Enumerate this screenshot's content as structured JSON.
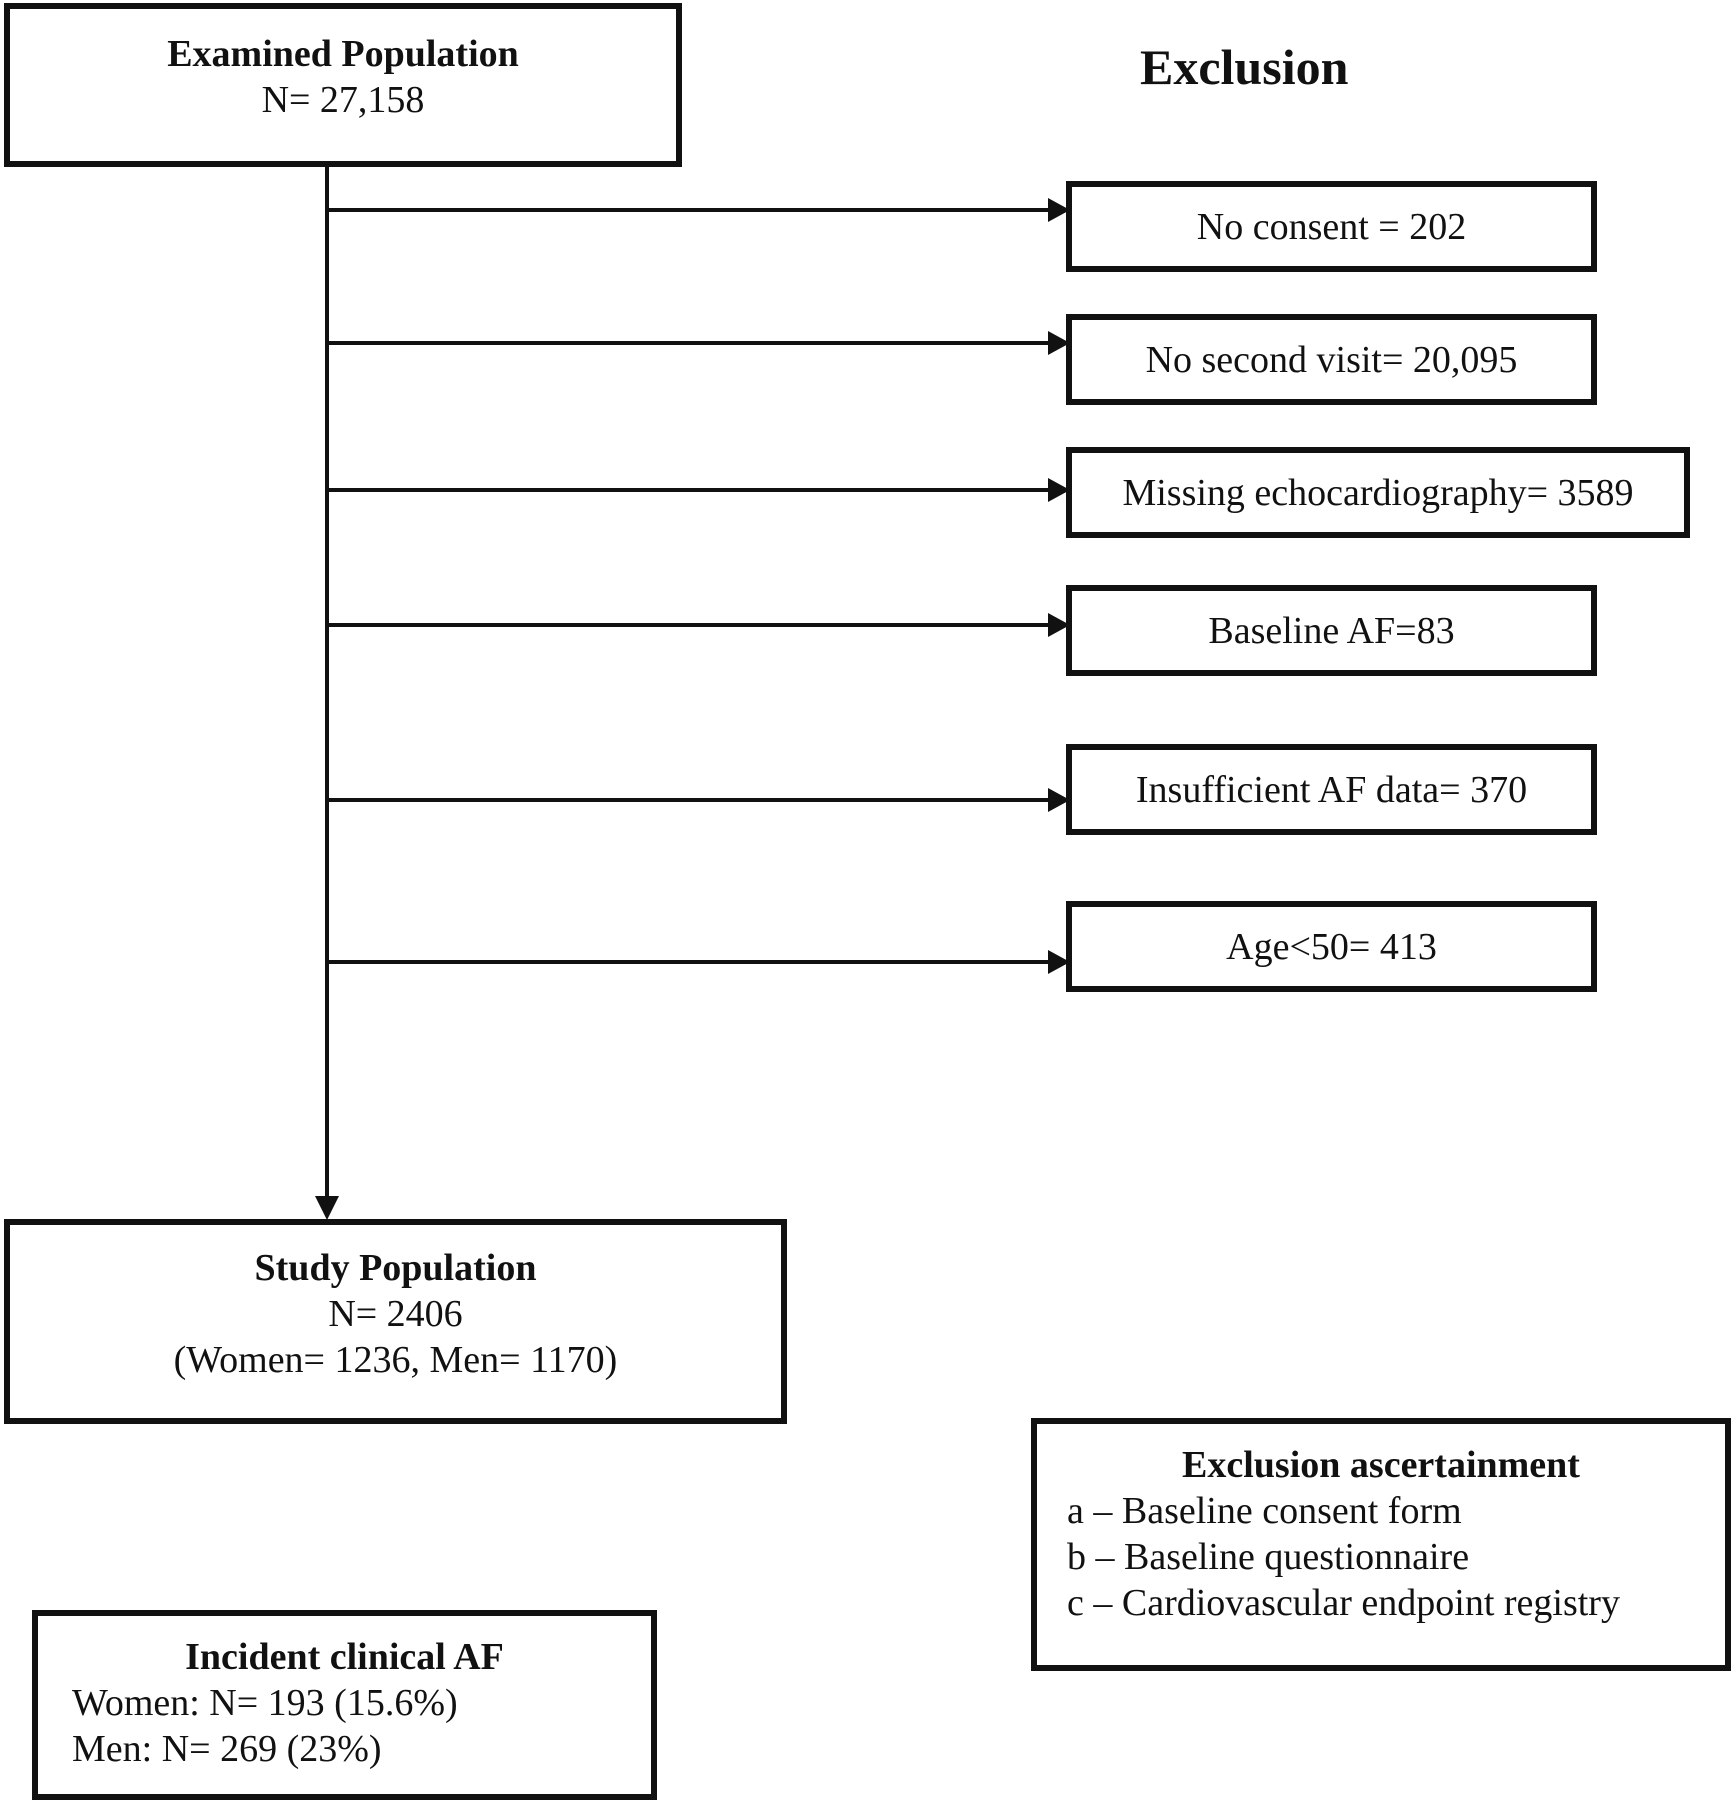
{
  "examined": {
    "title": "Examined Population",
    "count": "N= 27,158"
  },
  "exclusion_heading": "Exclusion",
  "exclusions": [
    "No consent = 202",
    "No second visit= 20,095",
    "Missing echocardiography= 3589",
    "Baseline AF=83",
    "Insufficient AF data= 370",
    "Age<50= 413"
  ],
  "study": {
    "title": "Study Population",
    "count": "N= 2406",
    "breakdown": "(Women= 1236, Men= 1170)"
  },
  "ascertainment": {
    "title": "Exclusion ascertainment",
    "items": [
      "a – Baseline consent form",
      "b – Baseline questionnaire",
      "c – Cardiovascular endpoint registry"
    ]
  },
  "incident": {
    "title": "Incident clinical AF",
    "women": "Women: N= 193 (15.6%)",
    "men": "Men: N= 269 (23%)"
  }
}
